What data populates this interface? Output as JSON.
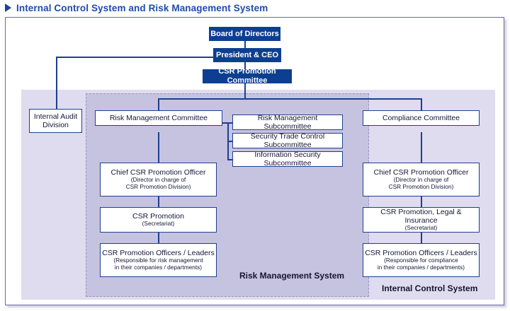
{
  "page": {
    "title": "Internal Control System and Risk Management System",
    "title_marker_icon": "triangle-right-icon"
  },
  "colors": {
    "title_blue": "#1e4bb0",
    "box_dark_fill": "#0d3f91",
    "box_border_blue": "#1e3f8f",
    "region_outer_fill": "#dedcee",
    "region_inner_fill": "#c6c3e0",
    "frame_border": "#6a6aa8"
  },
  "top_boxes": {
    "board": "Board of Directors",
    "president": "President & CEO",
    "csr_committee": "CSR Promotion Committee"
  },
  "audit": {
    "line1": "Internal Audit",
    "line2": "Division"
  },
  "risk_column": {
    "committee": "Risk Management Committee",
    "chief_officer": {
      "main": "Chief CSR Promotion Officer",
      "sub1": "(Director in charge of",
      "sub2": "CSR Promotion Division)"
    },
    "promotion": {
      "main": "CSR Promotion",
      "sub1": "(Secretariat)"
    },
    "officers": {
      "main": "CSR Promotion Officers / Leaders",
      "sub1": "(Responsible for risk management",
      "sub2": "in their companies / departments)"
    }
  },
  "subcommittees": [
    "Risk Management Subcommittee",
    "Security Trade Control Subcommittee",
    "Information Security Subcommittee"
  ],
  "compliance_column": {
    "committee": "Compliance Committee",
    "chief_officer": {
      "main": "Chief CSR Promotion Officer",
      "sub1": "(Director in charge of",
      "sub2": "CSR Promotion Division)"
    },
    "promotion": {
      "main": "CSR Promotion, Legal & Insurance",
      "sub1": "(Secretariat)"
    },
    "officers": {
      "main": "CSR Promotion Officers / Leaders",
      "sub1": "(Responsible for compliance",
      "sub2": "in their companies / departments)"
    }
  },
  "region_labels": {
    "risk_management_system": "Risk Management System",
    "internal_control_system": "Internal Control System"
  }
}
